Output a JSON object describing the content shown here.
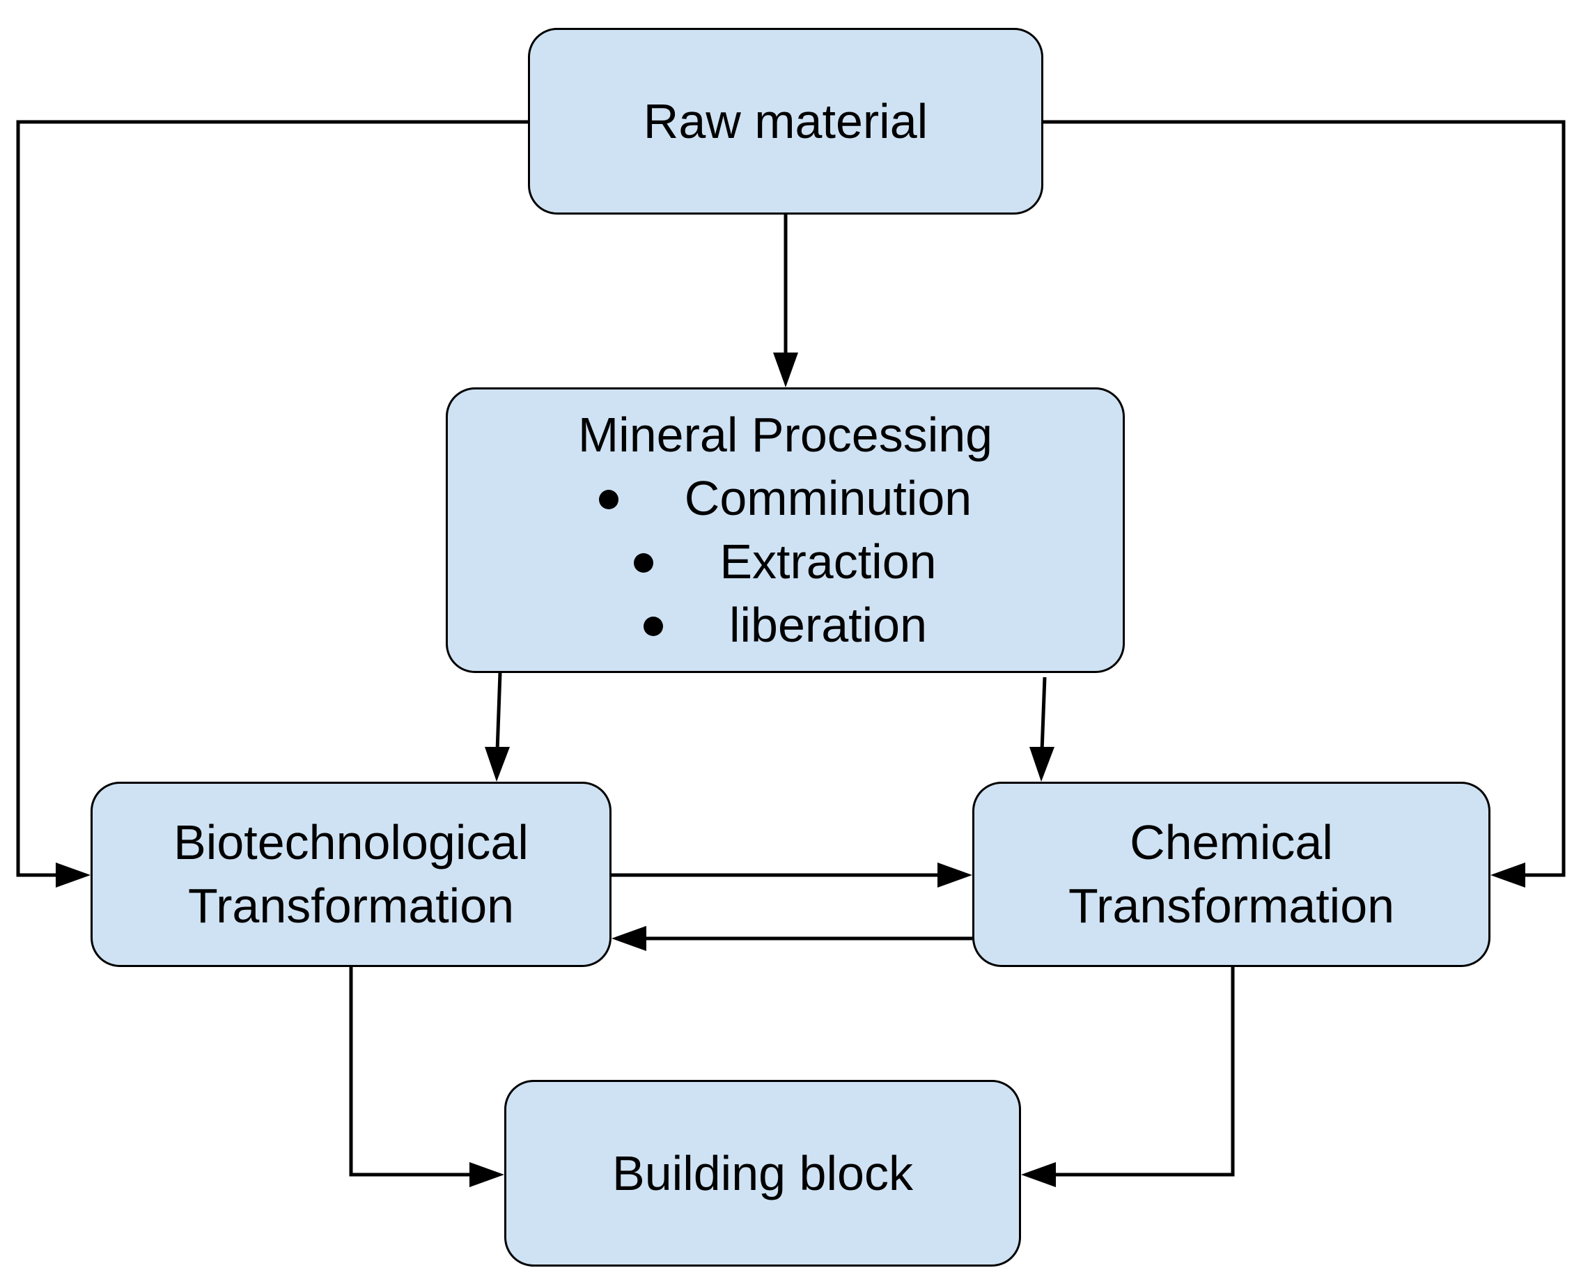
{
  "diagram": {
    "nodes": {
      "raw_material": {
        "label": "Raw material"
      },
      "mineral_processing": {
        "title": "Mineral Processing",
        "items": [
          "Comminution",
          "Extraction",
          "liberation"
        ]
      },
      "biotech": {
        "line1": "Biotechnological",
        "line2": "Transformation"
      },
      "chemical": {
        "line1": "Chemical",
        "line2": "Transformation"
      },
      "building_block": {
        "label": "Building block"
      }
    },
    "edges": [
      {
        "from": "Raw material",
        "to": "Mineral Processing"
      },
      {
        "from": "Raw material",
        "to": "Biotechnological Transformation"
      },
      {
        "from": "Raw material",
        "to": "Chemical Transformation"
      },
      {
        "from": "Mineral Processing",
        "to": "Biotechnological Transformation"
      },
      {
        "from": "Mineral Processing",
        "to": "Chemical Transformation"
      },
      {
        "from": "Biotechnological Transformation",
        "to": "Chemical Transformation"
      },
      {
        "from": "Chemical Transformation",
        "to": "Biotechnological Transformation"
      },
      {
        "from": "Biotechnological Transformation",
        "to": "Building block"
      },
      {
        "from": "Chemical Transformation",
        "to": "Building block"
      }
    ],
    "colors": {
      "box_fill": "#cfe2f3",
      "stroke": "#000000",
      "background": "#ffffff"
    }
  }
}
